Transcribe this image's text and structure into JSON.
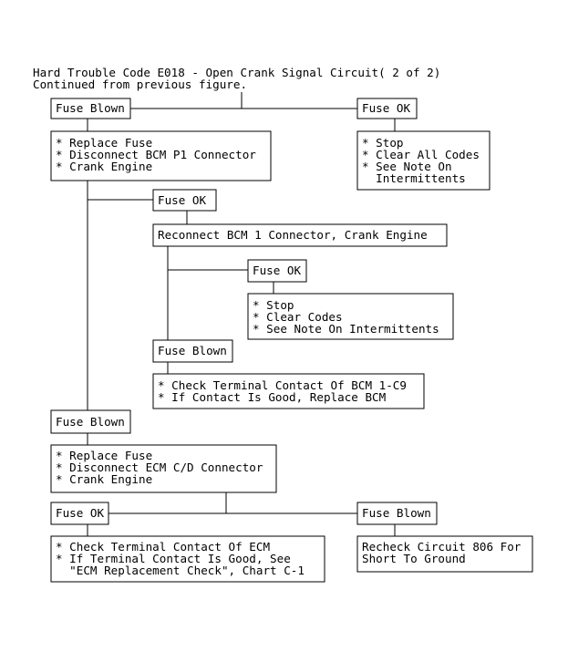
{
  "header": {
    "title": "Hard Trouble Code E018 - Open Crank Signal Circuit( 2 of 2)",
    "subtitle": "Continued from previous figure."
  },
  "nodes": {
    "n1": {
      "lines": [
        "Fuse Blown"
      ]
    },
    "n2": {
      "lines": [
        "Fuse OK"
      ]
    },
    "n3": {
      "lines": [
        "* Replace Fuse",
        "* Disconnect BCM P1 Connector",
        "* Crank Engine"
      ]
    },
    "n4": {
      "lines": [
        "* Stop",
        "* Clear All Codes",
        "* See Note On",
        "  Intermittents"
      ]
    },
    "n5": {
      "lines": [
        "Fuse OK"
      ]
    },
    "n6": {
      "lines": [
        "Reconnect BCM 1 Connector, Crank Engine"
      ]
    },
    "n7": {
      "lines": [
        "Fuse OK"
      ]
    },
    "n8": {
      "lines": [
        "* Stop",
        "* Clear Codes",
        "* See Note On Intermittents"
      ]
    },
    "n9": {
      "lines": [
        "Fuse Blown"
      ]
    },
    "n10": {
      "lines": [
        "* Check Terminal Contact Of BCM 1-C9",
        "* If Contact Is Good, Replace BCM"
      ]
    },
    "n11": {
      "lines": [
        "Fuse Blown"
      ]
    },
    "n12": {
      "lines": [
        "* Replace Fuse",
        "* Disconnect ECM C/D Connector",
        "* Crank Engine"
      ]
    },
    "n13": {
      "lines": [
        "Fuse OK"
      ]
    },
    "n14": {
      "lines": [
        "Fuse Blown"
      ]
    },
    "n15": {
      "lines": [
        "* Check Terminal Contact Of ECM",
        "* If Terminal Contact Is Good, See",
        "  \"ECM Replacement Check\", Chart C-1"
      ]
    },
    "n16": {
      "lines": [
        "Recheck Circuit 806 For",
        "Short To Ground"
      ]
    }
  }
}
